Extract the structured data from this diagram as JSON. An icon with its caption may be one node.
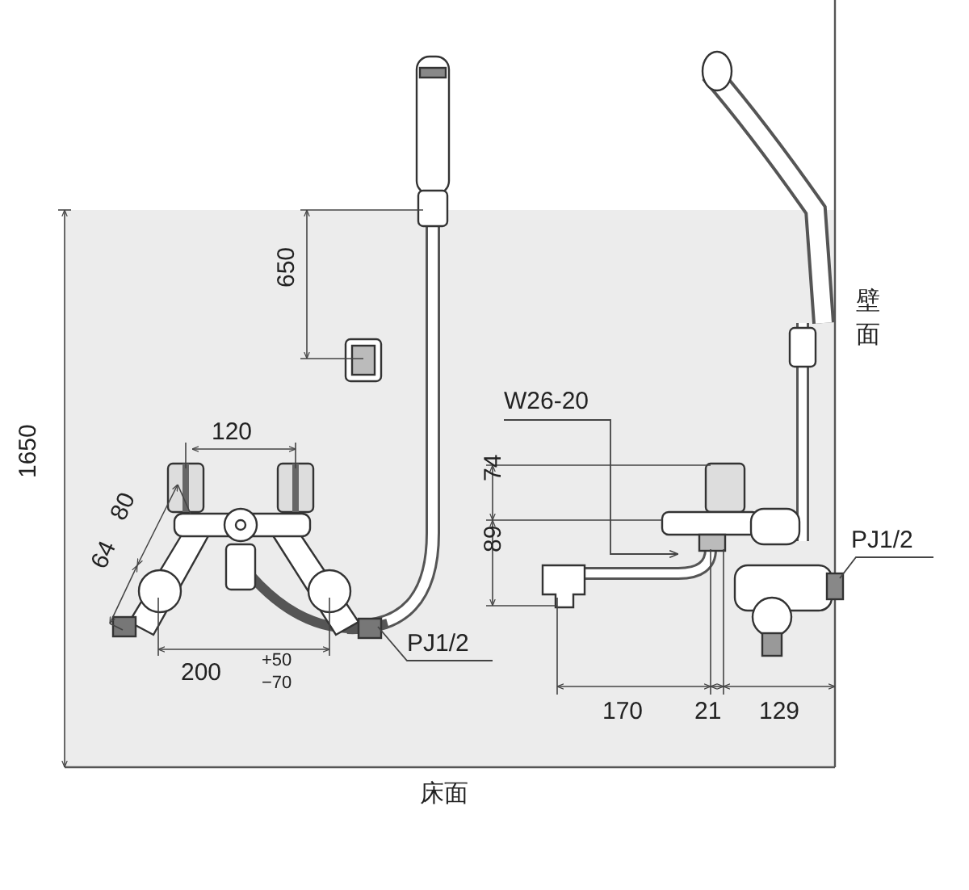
{
  "diagram": {
    "nodes": [
      {
        "text": [
          "W26-20"
        ]
      },
      {
        "text": [
          "PJ1/2"
        ]
      },
      {
        "text": [
          "PJ1/2"
        ]
      }
    ],
    "edges": [
      {
        "from": 0,
        "to": null,
        "arrow": "to"
      },
      {
        "from": 1,
        "to": null,
        "arrow": "none"
      },
      {
        "from": 2,
        "to": null,
        "arrow": "none"
      }
    ],
    "labels": [
      "650",
      "壁面",
      "120",
      "1650",
      "80",
      "74",
      "64",
      "89",
      "200",
      "+50",
      "−70",
      "170",
      "21",
      "129",
      "床面"
    ]
  }
}
